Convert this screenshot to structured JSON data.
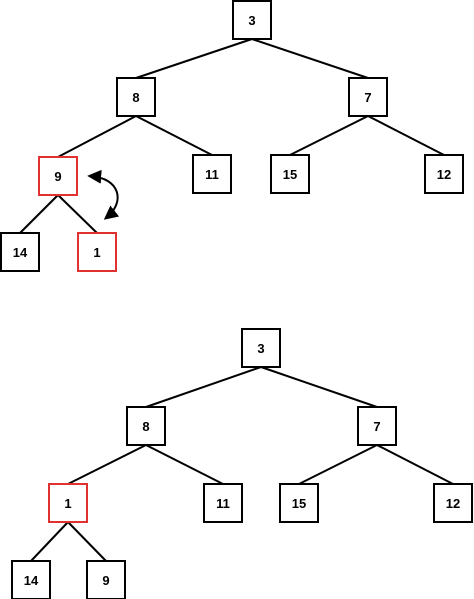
{
  "colors": {
    "background": "#ffffff",
    "edge": "#000000",
    "node_border": "#000000",
    "node_highlight": "#e03030",
    "text": "#000000"
  },
  "trees": [
    {
      "nodes": [
        {
          "id": "t1-root",
          "label": "3",
          "highlight": false
        },
        {
          "id": "t1-n8",
          "label": "8",
          "highlight": false
        },
        {
          "id": "t1-n7",
          "label": "7",
          "highlight": false
        },
        {
          "id": "t1-n9",
          "label": "9",
          "highlight": true
        },
        {
          "id": "t1-n11",
          "label": "11",
          "highlight": false
        },
        {
          "id": "t1-n15",
          "label": "15",
          "highlight": false
        },
        {
          "id": "t1-n12",
          "label": "12",
          "highlight": false
        },
        {
          "id": "t1-n14",
          "label": "14",
          "highlight": false
        },
        {
          "id": "t1-n1",
          "label": "1",
          "highlight": true
        }
      ],
      "edges": [
        [
          "t1-root",
          "t1-n8"
        ],
        [
          "t1-root",
          "t1-n7"
        ],
        [
          "t1-n8",
          "t1-n9"
        ],
        [
          "t1-n8",
          "t1-n11"
        ],
        [
          "t1-n7",
          "t1-n15"
        ],
        [
          "t1-n7",
          "t1-n12"
        ],
        [
          "t1-n9",
          "t1-n14"
        ],
        [
          "t1-n9",
          "t1-n1"
        ]
      ],
      "swap_arrow": {
        "icon": "swap-arrow-icon",
        "between": [
          "t1-n9",
          "t1-n1"
        ]
      }
    },
    {
      "nodes": [
        {
          "id": "t2-root",
          "label": "3",
          "highlight": false
        },
        {
          "id": "t2-n8",
          "label": "8",
          "highlight": false
        },
        {
          "id": "t2-n7",
          "label": "7",
          "highlight": false
        },
        {
          "id": "t2-n1",
          "label": "1",
          "highlight": true
        },
        {
          "id": "t2-n11",
          "label": "11",
          "highlight": false
        },
        {
          "id": "t2-n15",
          "label": "15",
          "highlight": false
        },
        {
          "id": "t2-n12",
          "label": "12",
          "highlight": false
        },
        {
          "id": "t2-n14",
          "label": "14",
          "highlight": false
        },
        {
          "id": "t2-n9",
          "label": "9",
          "highlight": false
        }
      ],
      "edges": [
        [
          "t2-root",
          "t2-n8"
        ],
        [
          "t2-root",
          "t2-n7"
        ],
        [
          "t2-n8",
          "t2-n1"
        ],
        [
          "t2-n8",
          "t2-n11"
        ],
        [
          "t2-n7",
          "t2-n15"
        ],
        [
          "t2-n7",
          "t2-n12"
        ],
        [
          "t2-n1",
          "t2-n14"
        ],
        [
          "t2-n1",
          "t2-n9"
        ]
      ]
    }
  ]
}
